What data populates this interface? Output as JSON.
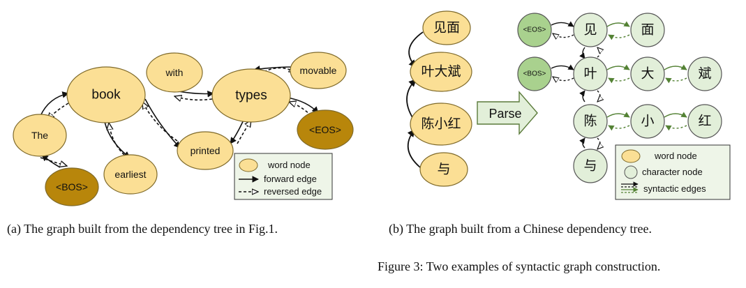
{
  "panel_a": {
    "words": {
      "book": "book",
      "with": "with",
      "types": "types",
      "movable": "movable",
      "the": "The",
      "eos": "<EOS>",
      "printed": "printed",
      "earliest": "earliest",
      "bos": "<BOS>"
    },
    "legend": {
      "word_node": "word node",
      "forward_edge": "forward edge",
      "reversed_edge": "reversed edge"
    },
    "caption": "(a) The graph built from the dependency tree in Fig.1."
  },
  "panel_b": {
    "words": {
      "w1": "见面",
      "w2": "叶大斌",
      "w3": "陈小红",
      "w4": "与"
    },
    "parse": "Parse",
    "chars": {
      "eos": "<EOS>",
      "bos": "<BOS>",
      "c1": "见",
      "c2": "面",
      "c3": "叶",
      "c4": "大",
      "c5": "斌",
      "c6": "陈",
      "c7": "小",
      "c8": "红",
      "c9": "与"
    },
    "legend": {
      "word_node": "word node",
      "character_node": "character node",
      "syntactic_edges": "syntactic edges"
    },
    "caption": "(b) The graph built from a Chinese dependency tree."
  },
  "figure_caption": "Figure 3: Two examples of syntactic graph construction.",
  "colors": {
    "word_fill": "#FBDF95",
    "dark_fill": "#B8860B",
    "char_fill": "#E2EFD9",
    "char_dark": "#A9D18E",
    "legend_bg": "#EEF5E8",
    "edge": "#111111",
    "green_edge": "#548235"
  }
}
